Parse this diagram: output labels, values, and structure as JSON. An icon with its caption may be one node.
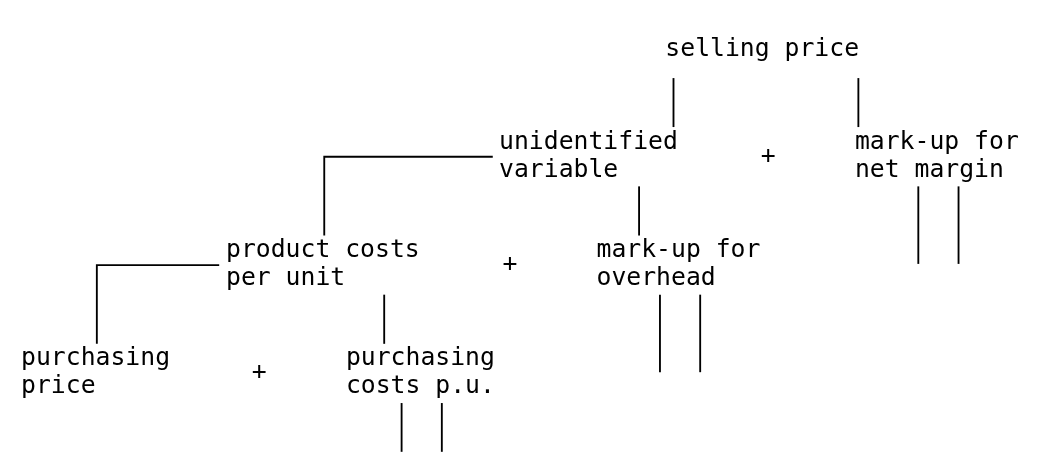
{
  "diagram": {
    "nodes": [
      {
        "text": [
          "selling price"
        ]
      },
      {
        "text": [
          "unidentified variable"
        ]
      },
      {
        "text": [
          "mark-up for net margin"
        ]
      },
      {
        "text": [
          "product costs per unit"
        ]
      },
      {
        "text": [
          "mark-up for overhead"
        ]
      },
      {
        "text": [
          "purchasing price"
        ]
      },
      {
        "text": [
          "purchasing costs p.u."
        ]
      }
    ],
    "edges": [
      {
        "from": 0,
        "to": 1,
        "arrow": "none"
      },
      {
        "from": 0,
        "to": 2,
        "arrow": "none"
      },
      {
        "from": 1,
        "to": 3,
        "arrow": "none"
      },
      {
        "from": 1,
        "to": 4,
        "arrow": "none"
      },
      {
        "from": 2,
        "to": null,
        "arrow": "none"
      },
      {
        "from": 2,
        "to": null,
        "arrow": "none"
      },
      {
        "from": 3,
        "to": 5,
        "arrow": "none"
      },
      {
        "from": 3,
        "to": 6,
        "arrow": "none"
      },
      {
        "from": 4,
        "to": null,
        "arrow": "none"
      },
      {
        "from": 4,
        "to": null,
        "arrow": "none"
      },
      {
        "from": 6,
        "to": null,
        "arrow": "none"
      },
      {
        "from": 6,
        "to": null,
        "arrow": "none"
      }
    ],
    "labels": [
      "+",
      "+",
      "+"
    ]
  }
}
